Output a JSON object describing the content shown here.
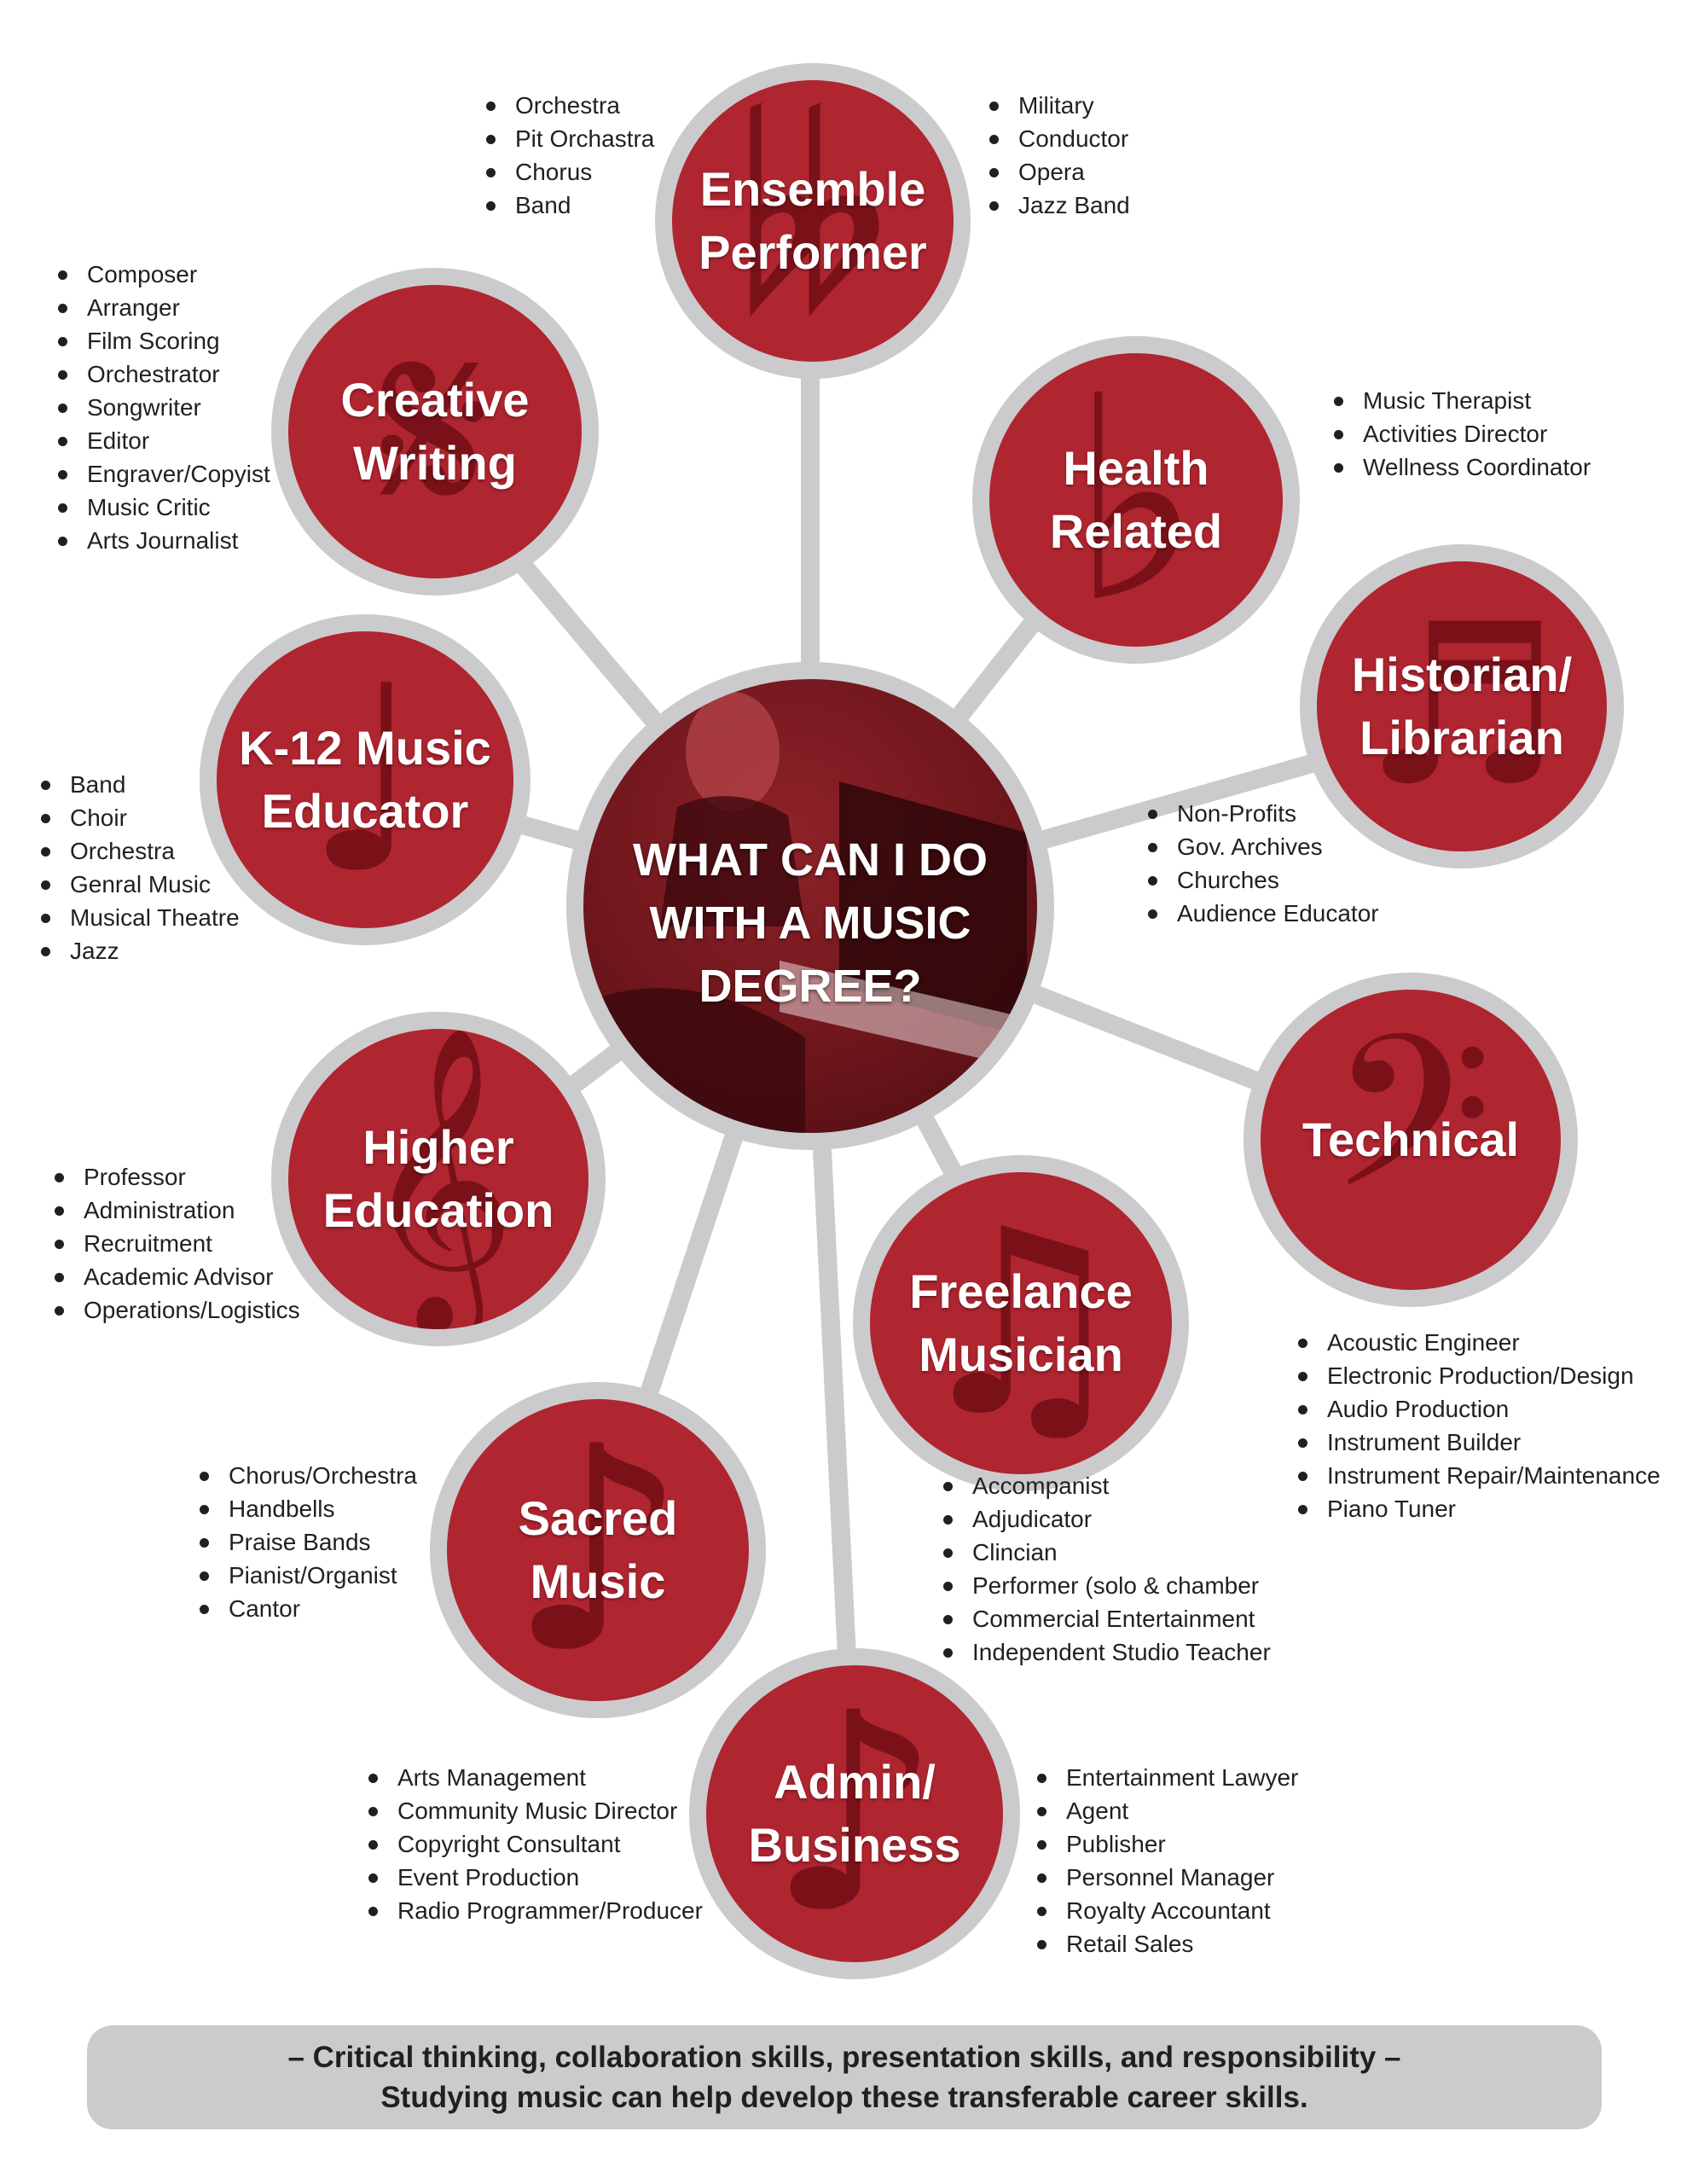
{
  "colors": {
    "node_fill": "#af2530",
    "node_ring": "#cbcbcd",
    "connector": "#cbcbcd",
    "glyph": "#7a1119",
    "text": "#231f20",
    "footer_bg": "#cbcbcd"
  },
  "center": {
    "title": "WHAT CAN I DO\nWITH A MUSIC\nDEGREE?"
  },
  "nodes": [
    {
      "id": "ensemble-performer",
      "title": "Ensemble\nPerformer",
      "icon": "double-flat-icon",
      "lists": [
        [
          "Orchestra",
          "Pit Orchastra",
          "Chorus",
          "Band"
        ],
        [
          "Military",
          "Conductor",
          "Opera",
          "Jazz Band"
        ]
      ]
    },
    {
      "id": "health-related",
      "title": "Health\nRelated",
      "icon": "flat-icon",
      "lists": [
        [
          "Music Therapist",
          "Activities Director",
          "Wellness Coordinator"
        ]
      ]
    },
    {
      "id": "historian-librarian",
      "title": "Historian/\nLibrarian",
      "icon": "beamed-sixteenth-notes-icon",
      "lists": [
        [
          "Non-Profits",
          "Gov. Archives",
          "Churches",
          "Audience Educator"
        ]
      ]
    },
    {
      "id": "technical",
      "title": "Technical",
      "icon": "bass-clef-icon",
      "lists": [
        [
          "Acoustic Engineer",
          "Electronic Production/Design",
          "Audio Production",
          "Instrument Builder",
          "Instrument Repair/Maintenance",
          "Piano Tuner"
        ]
      ]
    },
    {
      "id": "freelance-musician",
      "title": "Freelance\nMusician",
      "icon": "beamed-eighth-notes-icon",
      "lists": [
        [
          "Accompanist",
          "Adjudicator",
          "Clincian",
          "Performer (solo & chamber",
          "Commercial Entertainment",
          "Independent Studio Teacher"
        ]
      ]
    },
    {
      "id": "admin-business",
      "title": "Admin/\nBusiness",
      "icon": "eighth-note-icon",
      "lists": [
        [
          "Arts Management",
          "Community Music Director",
          "Copyright Consultant",
          "Event Production",
          "Radio Programmer/Producer"
        ],
        [
          "Entertainment Lawyer",
          "Agent",
          "Publisher",
          "Personnel Manager",
          "Royalty Accountant",
          "Retail Sales"
        ]
      ]
    },
    {
      "id": "sacred-music",
      "title": "Sacred\nMusic",
      "icon": "eighth-note-icon",
      "lists": [
        [
          "Chorus/Orchestra",
          "Handbells",
          "Praise Bands",
          "Pianist/Organist",
          "Cantor"
        ]
      ]
    },
    {
      "id": "higher-education",
      "title": "Higher\nEducation",
      "icon": "treble-clef-icon",
      "lists": [
        [
          "Professor",
          "Administration",
          "Recruitment",
          "Academic Advisor",
          "Operations/Logistics"
        ]
      ]
    },
    {
      "id": "k12-music-educator",
      "title": "K-12 Music\nEducator",
      "icon": "quarter-note-icon",
      "lists": [
        [
          "Band",
          "Choir",
          "Orchestra",
          "Genral Music",
          "Musical Theatre",
          "Jazz"
        ]
      ]
    },
    {
      "id": "creative-writing",
      "title": "Creative\nWriting",
      "icon": "segno-icon",
      "lists": [
        [
          "Composer",
          "Arranger",
          "Film Scoring",
          "Orchestrator",
          "Songwriter",
          "Editor",
          "Engraver/Copyist",
          "Music Critic",
          "Arts Journalist"
        ]
      ]
    }
  ],
  "footer": {
    "line1": "– Critical thinking, collaboration skills, presentation skills, and responsibility –",
    "line2": "Studying music can help develop these transferable career skills."
  }
}
